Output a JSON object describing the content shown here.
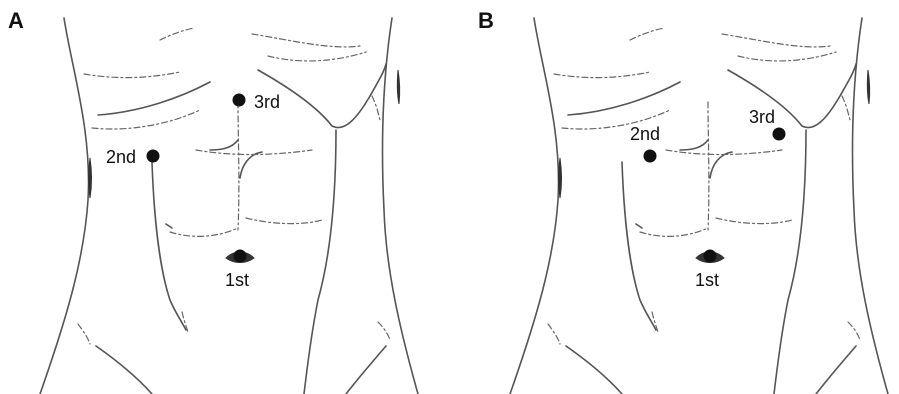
{
  "panels": [
    {
      "letter": "A",
      "ports": [
        {
          "label": "1st"
        },
        {
          "label": "2nd"
        },
        {
          "label": "3rd"
        }
      ]
    },
    {
      "letter": "B",
      "ports": [
        {
          "label": "1st"
        },
        {
          "label": "2nd"
        },
        {
          "label": "3rd"
        }
      ]
    }
  ]
}
